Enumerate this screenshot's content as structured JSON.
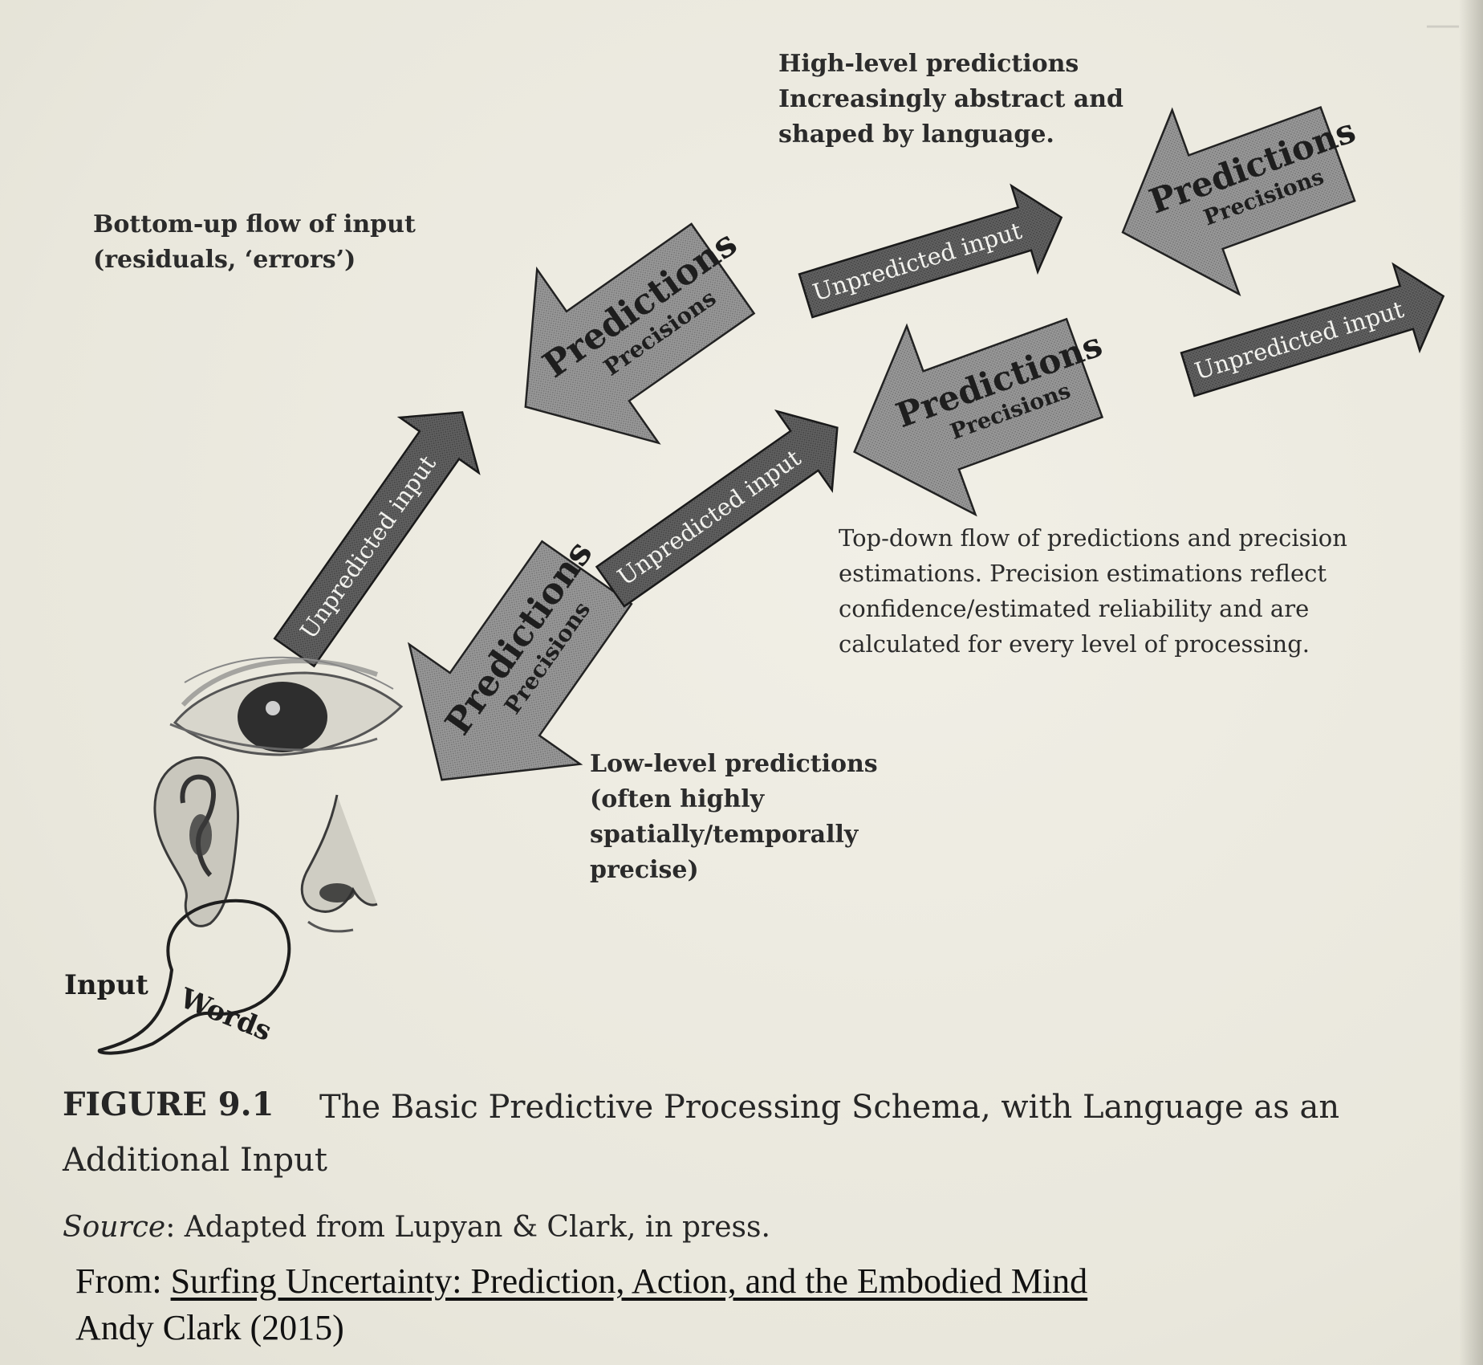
{
  "labels": {
    "high_level": [
      "High-level predictions",
      "Increasingly abstract and",
      "shaped by language."
    ],
    "bottom_up": [
      "Bottom-up flow of input",
      "(residuals, ‘errors’)"
    ],
    "top_down": [
      "Top-down flow of predictions and precision",
      "estimations. Precision estimations reflect",
      "confidence/estimated reliability and are",
      "calculated for every level of processing."
    ],
    "low_level": [
      "Low-level predictions",
      "(often highly",
      "spatially/temporally",
      "precise)"
    ]
  },
  "arrows": {
    "predictions": "Predictions",
    "precisions": "Precisions",
    "unpredicted": "Unpredicted input"
  },
  "bubble": {
    "input": "Input",
    "words": "Words"
  },
  "caption": {
    "figure_number": "FIGURE 9.1",
    "title": "The Basic Predictive Processing Schema, with Language as an Additional Input",
    "source_label": "Source",
    "source_text": ": Adapted from Lupyan & Clark, in press."
  },
  "attribution": {
    "from_label": "From:",
    "book_title": "Surfing Uncertainty: Prediction, Action, and the Embodied Mind",
    "author_year": "Andy Clark (2015)"
  },
  "colors": {
    "big_arrow_fill": "#8e8e8e",
    "small_arrow_fill": "#5a5a5a",
    "paper": "#edebe1"
  }
}
